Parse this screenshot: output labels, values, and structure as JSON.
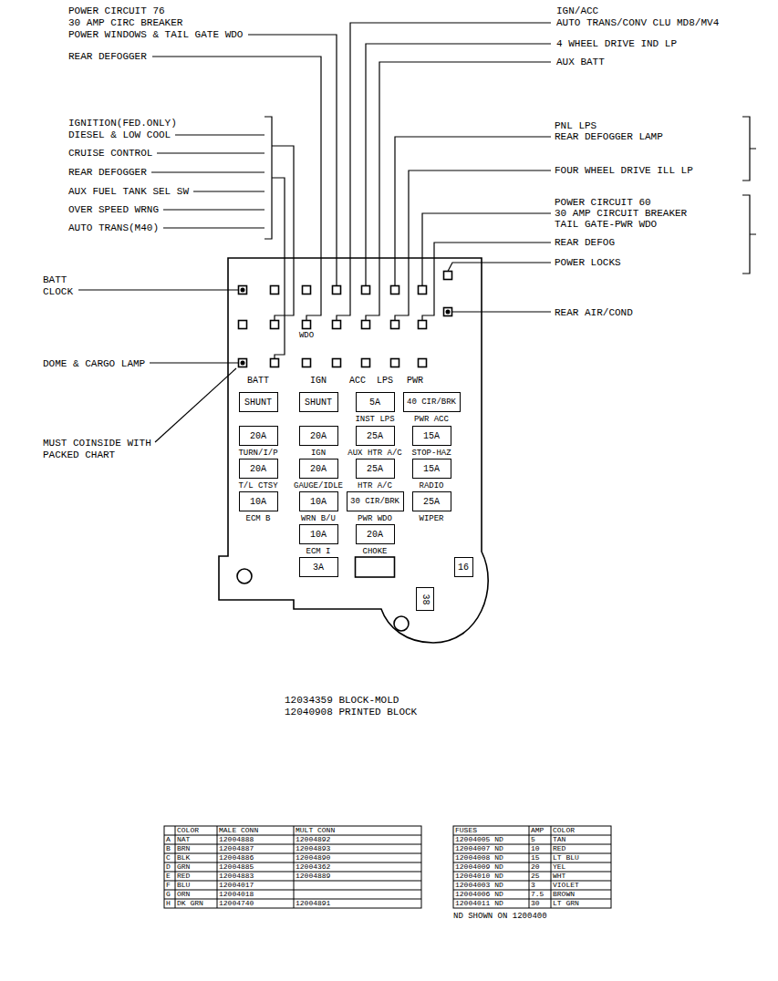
{
  "diagram": {
    "nodes": [
      {
        "text": [
          "SHUNT"
        ]
      },
      {
        "text": [
          "SHUNT"
        ]
      },
      {
        "text": [
          "5A"
        ]
      },
      {
        "text": [
          "40 CIR/BRK"
        ]
      },
      {
        "text": [
          "20A"
        ]
      },
      {
        "text": [
          "20A"
        ]
      },
      {
        "text": [
          "25A"
        ]
      },
      {
        "text": [
          "15A"
        ]
      },
      {
        "text": [
          "20A"
        ]
      },
      {
        "text": [
          "20A"
        ]
      },
      {
        "text": [
          "25A"
        ]
      },
      {
        "text": [
          "15A"
        ]
      },
      {
        "text": [
          "10A"
        ]
      },
      {
        "text": [
          "10A"
        ]
      },
      {
        "text": [
          "30 CIR/BRK"
        ]
      },
      {
        "text": [
          "25A"
        ]
      },
      {
        "text": [
          "10A"
        ]
      },
      {
        "text": [
          "20A"
        ]
      },
      {
        "text": [
          "3A"
        ]
      },
      {
        "text": [
          "16"
        ]
      },
      {
        "text": [
          "38"
        ]
      }
    ],
    "labels": [
      "POWER CIRCUIT 76",
      "30 AMP CIRC BREAKER",
      "POWER WINDOWS & TAIL GATE WDO",
      "REAR DEFOGGER",
      "IGN/ACC",
      "AUTO TRANS/CONV CLU MD8/MV4",
      "4 WHEEL DRIVE IND LP",
      "AUX BATT",
      "IGNITION(FED.ONLY)",
      "DIESEL & LOW COOL",
      "CRUISE CONTROL",
      "REAR DEFOGGER",
      "AUX FUEL TANK SEL SW",
      "OVER SPEED WRNG",
      "AUTO TRANS(M40)",
      "PNL LPS",
      "REAR DEFOGGER LAMP",
      "FOUR WHEEL DRIVE ILL LP",
      "POWER CIRCUIT 60",
      "30 AMP CIRCUIT BREAKER",
      "TAIL GATE-PWR WDO",
      "REAR DEFOG",
      "POWER LOCKS",
      "BATT",
      "CLOCK",
      "REAR AIR/COND",
      "WDO",
      "DOME & CARGO LAMP",
      "BATT",
      "IGN",
      "ACC",
      "LPS",
      "PWR",
      "INST LPS",
      "PWR ACC",
      "MUST COINSIDE WITH",
      "PACKED CHART",
      "TURN/I/P",
      "IGN",
      "AUX HTR A/C",
      "STOP-HAZ",
      "T/L CTSY",
      "GAUGE/IDLE",
      "HTR A/C",
      "RADIO",
      "ECM B",
      "WRN B/U",
      "PWR WDO",
      "WIPER",
      "ECM I",
      "CHOKE",
      "12034359 BLOCK-MOLD",
      "12040908 PRINTED BLOCK",
      "COLOR",
      "MALE CONN",
      "MULT CONN",
      "A",
      "NAT",
      "12004888",
      "12004892",
      "B",
      "BRN",
      "12004887",
      "12004893",
      "C",
      "BLK",
      "12004886",
      "12004890",
      "D",
      "GRN",
      "12004885",
      "12004362",
      "E",
      "RED",
      "12004883",
      "12004889",
      "F",
      "BLU",
      "12004017",
      "G",
      "ORN",
      "12004018",
      "H",
      "DK GRN",
      "12004740",
      "12004891",
      "FUSES",
      "AMP",
      "COLOR",
      "12004005 ND",
      "5",
      "TAN",
      "12004007 ND",
      "10",
      "RED",
      "12004008 ND",
      "15",
      "LT BLU",
      "12004009 ND",
      "20",
      "YEL",
      "12004010 ND",
      "25",
      "WHT",
      "12004003 ND",
      "3",
      "VIOLET",
      "12004006 ND",
      "7.5",
      "BROWN",
      "12004011 ND",
      "30",
      "LT GRN",
      "ND SHOWN ON 1200400"
    ]
  }
}
